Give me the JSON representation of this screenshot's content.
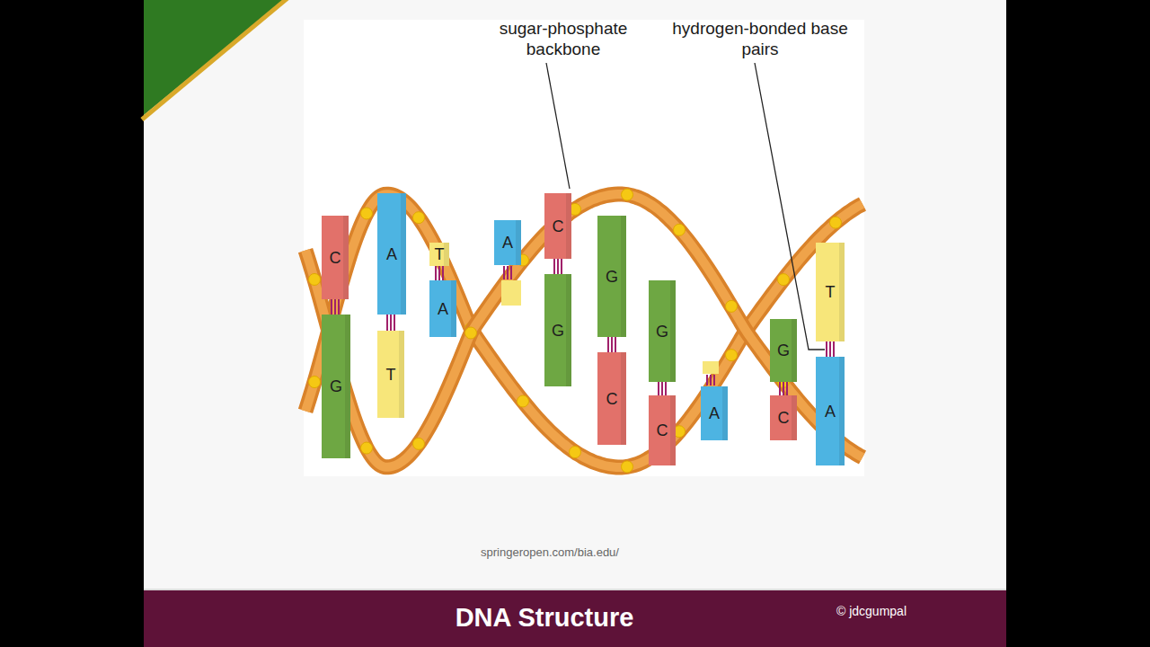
{
  "diagram": {
    "title": "DNA Structure",
    "nodes": [
      {
        "text": [
          "C"
        ]
      },
      {
        "text": [
          "G"
        ]
      },
      {
        "text": [
          "A"
        ]
      },
      {
        "text": [
          "T"
        ]
      },
      {
        "text": [
          "T"
        ]
      },
      {
        "text": [
          "A"
        ]
      },
      {
        "text": [
          "A"
        ]
      },
      {
        "text": [
          "C"
        ]
      },
      {
        "text": [
          "G"
        ]
      },
      {
        "text": [
          "G"
        ]
      },
      {
        "text": [
          "C"
        ]
      },
      {
        "text": [
          "G"
        ]
      },
      {
        "text": [
          "C"
        ]
      },
      {
        "text": [
          "A"
        ]
      },
      {
        "text": [
          "G"
        ]
      },
      {
        "text": [
          "C"
        ]
      },
      {
        "text": [
          "T"
        ]
      },
      {
        "text": [
          "A"
        ]
      }
    ],
    "edges": [
      {
        "from": 0,
        "to": 1,
        "arrow": "none"
      },
      {
        "from": 2,
        "to": 3,
        "arrow": "none"
      },
      {
        "from": 4,
        "to": 5,
        "arrow": "none"
      },
      {
        "from": 7,
        "to": 8,
        "arrow": "none"
      },
      {
        "from": 9,
        "to": 10,
        "arrow": "none"
      },
      {
        "from": 11,
        "to": 12,
        "arrow": "none"
      },
      {
        "from": 14,
        "to": 15,
        "arrow": "none"
      },
      {
        "from": 16,
        "to": 17,
        "arrow": "none"
      }
    ],
    "labels": [
      "sugar-phosphate backbone",
      "hydrogen-bonded base pairs",
      "springeropen.com/bia.edu/",
      "© jdcgumpal"
    ]
  }
}
